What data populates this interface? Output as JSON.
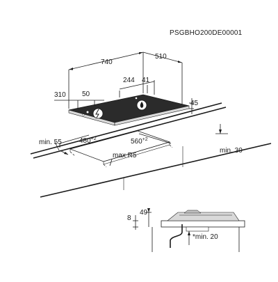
{
  "doc_code": "PSGBHO200DE00001",
  "top_view": {
    "dim_width": "740",
    "dim_depth": "510",
    "dim_knob_offset": "244",
    "dim_knob_gap": "41",
    "dim_left_offset": "310",
    "dim_left_gap": "50",
    "dim_height": "45"
  },
  "cutout": {
    "dim_depth": "480",
    "dim_depth_sup": "+2",
    "dim_width": "560",
    "dim_width_sup": "+2",
    "radius": "max R5",
    "front_clearance": "min. 55",
    "side_clearance": "min. 30"
  },
  "section": {
    "dim_top": "49",
    "dim_left": "8",
    "dim_bottom": "*min. 20"
  }
}
